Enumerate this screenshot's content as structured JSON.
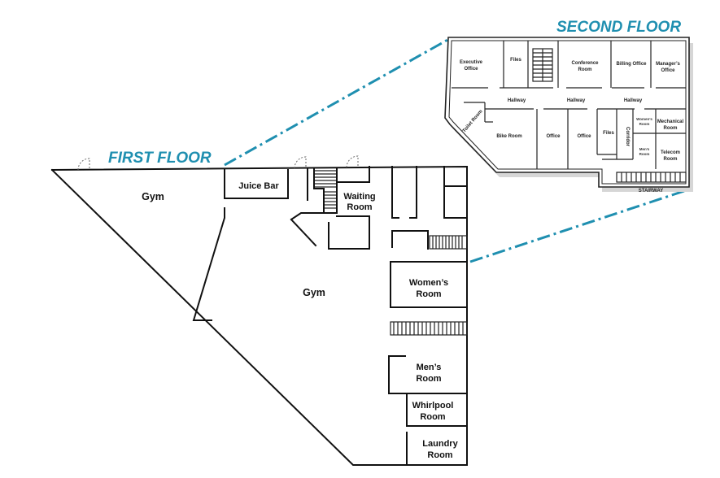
{
  "first_floor": {
    "title": "FIRST FLOOR",
    "rooms": {
      "gym_top": "Gym",
      "juice_bar": "Juice Bar",
      "waiting_1": "Waiting",
      "waiting_2": "Room",
      "gym_main": "Gym",
      "womens_1": "Women’s",
      "womens_2": "Room",
      "mens_1": "Men’s",
      "mens_2": "Room",
      "whirlpool_1": "Whirlpool",
      "whirlpool_2": "Room",
      "laundry_1": "Laundry",
      "laundry_2": "Room"
    }
  },
  "second_floor": {
    "title": "SECOND FLOOR",
    "rooms": {
      "executive_1": "Executive",
      "executive_2": "Office",
      "files_top": "Files",
      "conference_1": "Conference",
      "conference_2": "Room",
      "billing": "Billing Office",
      "manager_1": "Manager’s",
      "manager_2": "Office",
      "hallway_a": "Hallway",
      "hallway_b": "Hallway",
      "hallway_c": "Hallway",
      "toilet_room": "Toilet Room",
      "bike_room": "Bike Room",
      "office_a": "Office",
      "office_b": "Office",
      "files_bottom": "Files",
      "corridor": "Corridor",
      "womens_1": "Women’s",
      "womens_2": "Room",
      "mens_1": "Men’s",
      "mens_2": "Room",
      "mechanical_1": "Mechanical",
      "mechanical_2": "Room",
      "telecom_1": "Telecom",
      "telecom_2": "Room",
      "stairway": "STAIRWAY"
    }
  },
  "colors": {
    "accent": "#1f8fb0",
    "wall": "#111111"
  }
}
